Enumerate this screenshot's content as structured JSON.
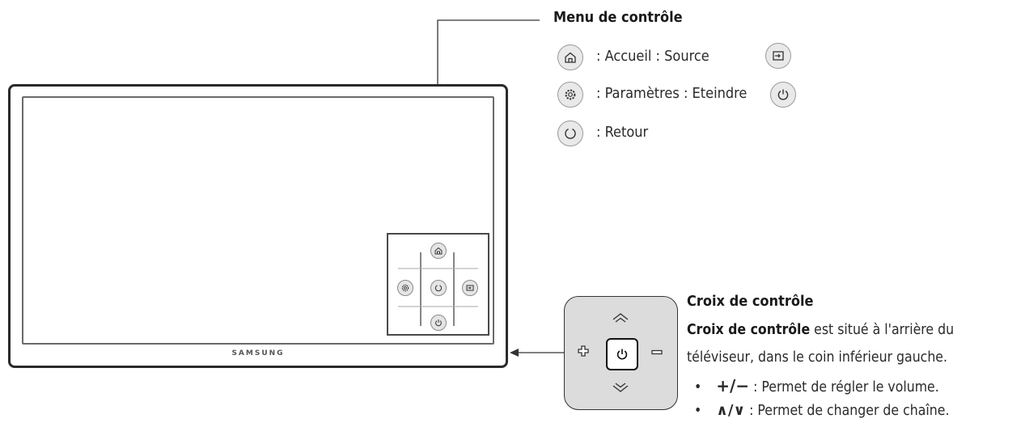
{
  "tv": {
    "brand": "SAMSUNG"
  },
  "menu": {
    "title": "Menu de contrôle",
    "items": [
      {
        "icon": "home-icon",
        "text": ": Accueil : Source"
      },
      {
        "icon": "settings-icon",
        "text": ": Paramètres : Eteindre"
      },
      {
        "icon": "return-icon",
        "text": ": Retour"
      }
    ],
    "side_icons": [
      "source-icon",
      "power-icon"
    ]
  },
  "croix": {
    "title": "Croix de contrôle",
    "desc_bold": "Croix de contrôle",
    "desc_line1_post": " est situé à l'arrière du",
    "desc_line2": "téléviseur, dans le coin inférieur gauche.",
    "bullets": [
      {
        "symbol": "+/−",
        "text": " : Permet de régler le volume."
      },
      {
        "symbol": "∧/∨",
        "text": " : Permet de changer de chaîne."
      }
    ]
  }
}
